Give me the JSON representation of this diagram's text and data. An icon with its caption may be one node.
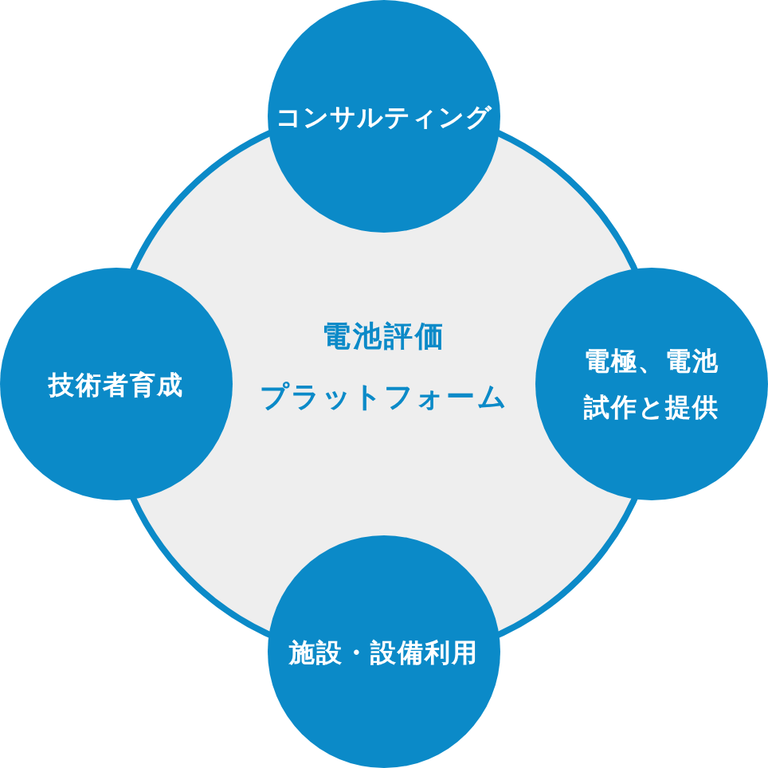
{
  "diagram": {
    "nodes": [
      {
        "text": [
          "電池評価プラットフォーム"
        ]
      },
      {
        "text": [
          "コンサルティング"
        ]
      },
      {
        "text": [
          "技術者育成"
        ]
      },
      {
        "text": [
          "電極、電池試作と提供"
        ]
      },
      {
        "text": [
          "施設・設備利用"
        ]
      }
    ]
  }
}
